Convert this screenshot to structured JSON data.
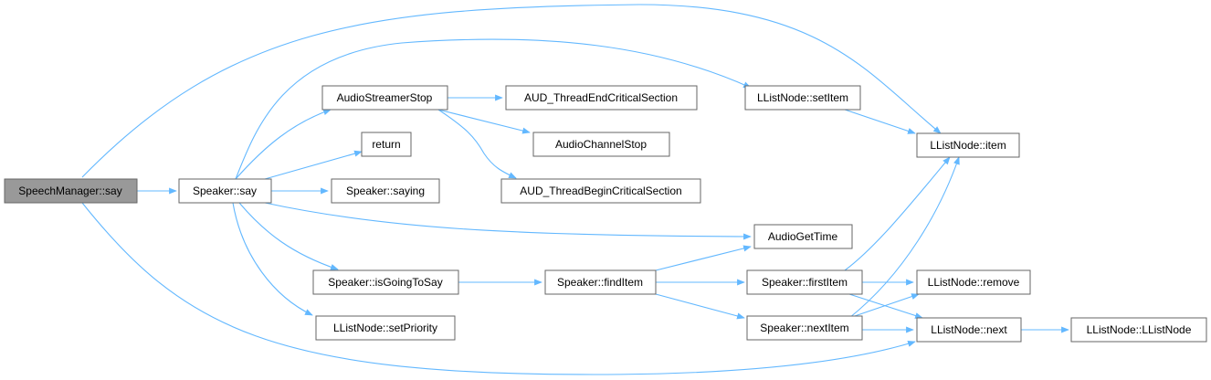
{
  "colors": {
    "edge": "#63b8ff",
    "node_border": "#666666",
    "root_fill": "#999999",
    "node_fill": "#ffffff"
  },
  "nodes": {
    "speechmanager_say": "SpeechManager::say",
    "speaker_say": "Speaker::say",
    "audiostreamerstop": "AudioStreamerStop",
    "return": "return",
    "speaker_saying": "Speaker::saying",
    "speaker_isgoingtosay": "Speaker::isGoingToSay",
    "llistnode_setpriority": "LListNode::setPriority",
    "aud_threadendcriticalsection": "AUD_ThreadEndCriticalSection",
    "audiochannelstop": "AudioChannelStop",
    "aud_threadbegincriticalsection": "AUD_ThreadBeginCriticalSection",
    "speaker_finditem": "Speaker::findItem",
    "llistnode_setitem": "LListNode::setItem",
    "audiogettime": "AudioGetTime",
    "speaker_firstitem": "Speaker::firstItem",
    "speaker_nextitem": "Speaker::nextItem",
    "llistnode_item": "LListNode::item",
    "llistnode_remove": "LListNode::remove",
    "llistnode_next": "LListNode::next",
    "llistnode_llistnode": "LListNode::LListNode"
  },
  "edges": [
    [
      "speechmanager_say",
      "speaker_say"
    ],
    [
      "speechmanager_say",
      "llistnode_item"
    ],
    [
      "speechmanager_say",
      "llistnode_next"
    ],
    [
      "speaker_say",
      "audiostreamerstop"
    ],
    [
      "speaker_say",
      "return"
    ],
    [
      "speaker_say",
      "speaker_saying"
    ],
    [
      "speaker_say",
      "speaker_isgoingtosay"
    ],
    [
      "speaker_say",
      "llistnode_setpriority"
    ],
    [
      "speaker_say",
      "llistnode_setitem"
    ],
    [
      "speaker_say",
      "audiogettime"
    ],
    [
      "audiostreamerstop",
      "aud_threadendcriticalsection"
    ],
    [
      "audiostreamerstop",
      "audiochannelstop"
    ],
    [
      "audiostreamerstop",
      "aud_threadbegincriticalsection"
    ],
    [
      "speaker_isgoingtosay",
      "speaker_finditem"
    ],
    [
      "speaker_finditem",
      "audiogettime"
    ],
    [
      "speaker_finditem",
      "speaker_firstitem"
    ],
    [
      "speaker_finditem",
      "speaker_nextitem"
    ],
    [
      "llistnode_setitem",
      "llistnode_item"
    ],
    [
      "speaker_firstitem",
      "llistnode_item"
    ],
    [
      "speaker_firstitem",
      "llistnode_remove"
    ],
    [
      "speaker_firstitem",
      "llistnode_next"
    ],
    [
      "speaker_nextitem",
      "llistnode_item"
    ],
    [
      "speaker_nextitem",
      "llistnode_remove"
    ],
    [
      "speaker_nextitem",
      "llistnode_next"
    ],
    [
      "llistnode_next",
      "llistnode_llistnode"
    ]
  ]
}
